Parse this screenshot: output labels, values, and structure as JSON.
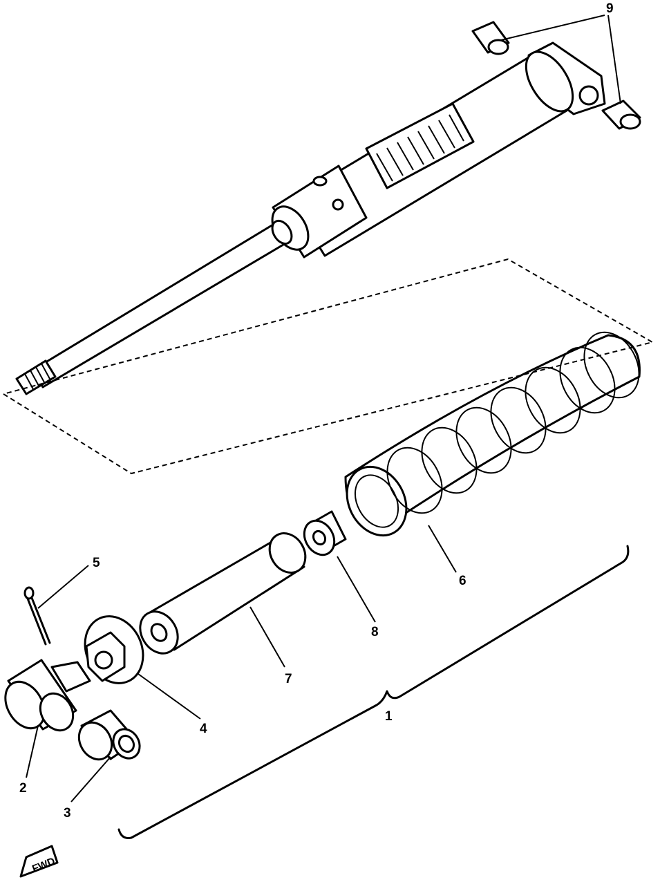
{
  "callouts": {
    "assembly": "1",
    "c2": "2",
    "c3": "3",
    "c4": "4",
    "c5": "5",
    "c6": "6",
    "c7": "7",
    "c8": "8",
    "c9": "9"
  },
  "direction_label": "FWD"
}
